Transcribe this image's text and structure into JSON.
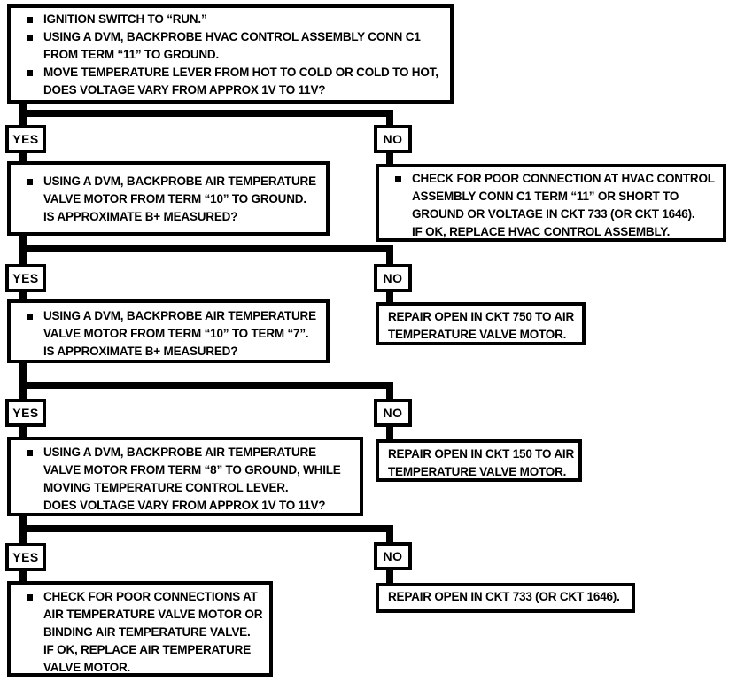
{
  "page": {
    "background": "#ffffff",
    "ink": "#000000"
  },
  "flow": {
    "labels": {
      "yes": "YES",
      "no": "NO"
    },
    "start": {
      "bullets": [
        {
          "lines": [
            "IGNITION SWITCH TO “RUN.”"
          ]
        },
        {
          "lines": [
            "USING A DVM, BACKPROBE HVAC CONTROL ASSEMBLY CONN C1",
            "FROM TERM “11” TO GROUND."
          ]
        },
        {
          "lines": [
            "MOVE TEMPERATURE LEVER FROM HOT TO COLD OR COLD TO HOT,",
            "DOES VOLTAGE VARY FROM APPROX 1V TO 11V?"
          ]
        }
      ]
    },
    "step2_yes": {
      "bullets": [
        {
          "lines": [
            "USING A DVM, BACKPROBE AIR TEMPERATURE",
            "VALVE MOTOR FROM TERM “10” TO GROUND.",
            "IS APPROXIMATE B+ MEASURED?"
          ]
        }
      ]
    },
    "step2_no": {
      "bullets": [
        {
          "lines": [
            "CHECK FOR POOR CONNECTION AT HVAC CONTROL",
            "ASSEMBLY CONN C1 TERM “11” OR SHORT TO",
            "GROUND OR VOLTAGE IN CKT 733 (OR CKT 1646).",
            "IF OK, REPLACE HVAC CONTROL ASSEMBLY."
          ]
        }
      ]
    },
    "step3_yes": {
      "bullets": [
        {
          "lines": [
            "USING A DVM, BACKPROBE AIR TEMPERATURE",
            "VALVE MOTOR FROM TERM “10” TO TERM “7”.",
            "IS APPROXIMATE B+ MEASURED?"
          ]
        }
      ]
    },
    "step3_no": {
      "lines": [
        "REPAIR OPEN IN CKT 750 TO AIR",
        "TEMPERATURE VALVE MOTOR."
      ]
    },
    "step4_yes": {
      "bullets": [
        {
          "lines": [
            "USING A DVM, BACKPROBE AIR TEMPERATURE",
            "VALVE MOTOR FROM TERM “8” TO GROUND, WHILE",
            "MOVING TEMPERATURE CONTROL LEVER.",
            "DOES VOLTAGE VARY FROM APPROX 1V TO 11V?"
          ]
        }
      ]
    },
    "step4_no": {
      "lines": [
        "REPAIR OPEN IN CKT 150 TO AIR",
        "TEMPERATURE VALVE MOTOR."
      ]
    },
    "step5_yes": {
      "bullets": [
        {
          "lines": [
            "CHECK FOR POOR CONNECTIONS AT",
            "AIR TEMPERATURE VALVE MOTOR OR",
            "BINDING AIR TEMPERATURE VALVE.",
            "IF OK, REPLACE AIR TEMPERATURE",
            "VALVE MOTOR."
          ]
        }
      ]
    },
    "step5_no": {
      "lines": [
        "REPAIR OPEN IN CKT 733 (OR CKT 1646)."
      ]
    }
  }
}
